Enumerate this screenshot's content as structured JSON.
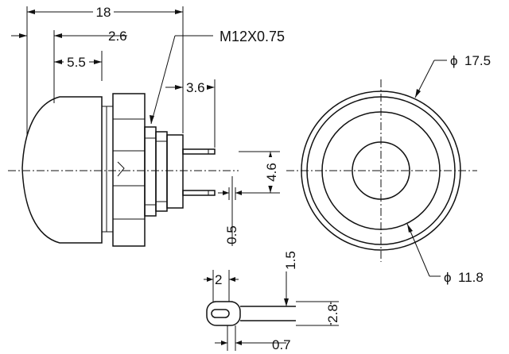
{
  "side_view": {
    "overall_length": "18",
    "flange_offset": "2.6",
    "cap_offset": "5.5",
    "thread_spec": "M12X0.75",
    "pin_length": "3.6",
    "pin_spacing": "4.6",
    "pin_thickness": "0.5"
  },
  "front_view": {
    "outer_diameter": "17.5",
    "inner_diameter": "11.8",
    "diameter_symbol": "ϕ"
  },
  "terminal_detail": {
    "tab_width": "2",
    "tab_offset": "1.5",
    "tab_height": "2.8",
    "tab_thickness": "0.7"
  }
}
